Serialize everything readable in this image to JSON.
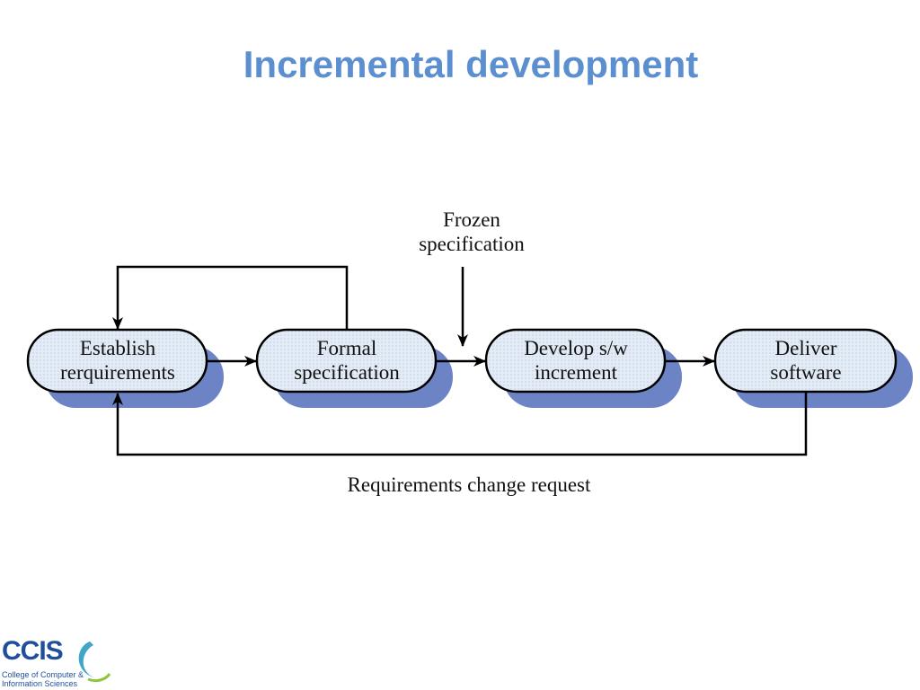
{
  "title": "Incremental development",
  "colors": {
    "title": "#5b8fd0",
    "shadow": "#6c84c6",
    "node_fill": "#dde8f4",
    "line": "#000000"
  },
  "nodes": [
    {
      "line1": "Establish",
      "line2": "rerquirements"
    },
    {
      "line1": "Formal",
      "line2": "specification"
    },
    {
      "line1": "Develop s/w",
      "line2": "increment"
    },
    {
      "line1": "Deliver",
      "line2": "software"
    }
  ],
  "annotations": {
    "frozen_line1": "Frozen",
    "frozen_line2": "specification",
    "change_request": "Requirements change request"
  },
  "logo": {
    "name": "CCIS",
    "sub1": "College of Computer &",
    "sub2": "Information Sciences"
  }
}
